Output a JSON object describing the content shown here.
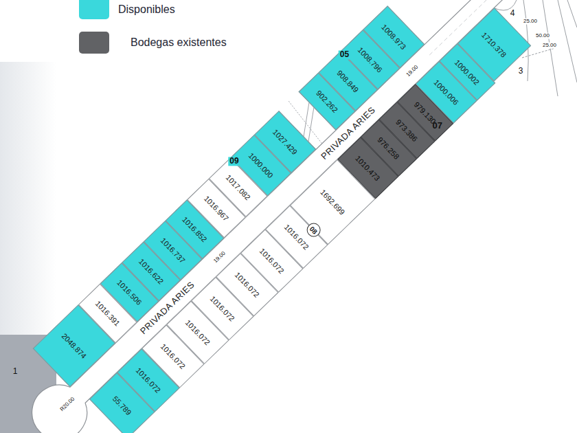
{
  "diagram": {
    "nodes": [
      {
        "text": [
          "1008.973"
        ]
      },
      {
        "text": [
          "1008.796"
        ]
      },
      {
        "text": [
          "908.849"
        ]
      },
      {
        "text": [
          "902.262"
        ]
      },
      {
        "text": [
          "1027.429"
        ]
      },
      {
        "text": [
          "1000.000"
        ]
      },
      {
        "text": [
          "1017.082"
        ]
      },
      {
        "text": [
          "1016.967"
        ]
      },
      {
        "text": [
          "1016.852"
        ]
      },
      {
        "text": [
          "1016.737"
        ]
      },
      {
        "text": [
          "1016.622"
        ]
      },
      {
        "text": [
          "1016.506"
        ]
      },
      {
        "text": [
          "1016.391"
        ]
      },
      {
        "text": [
          "2048.874"
        ]
      },
      {
        "text": [
          "1710.378"
        ]
      },
      {
        "text": [
          "1000.002"
        ]
      },
      {
        "text": [
          "1000.006"
        ]
      },
      {
        "text": [
          "979.130"
        ]
      },
      {
        "text": [
          "973.386"
        ]
      },
      {
        "text": [
          "976.258"
        ]
      },
      {
        "text": [
          "1010.473"
        ]
      },
      {
        "text": [
          "1692.699"
        ]
      },
      {
        "text": [
          "1016.072"
        ]
      },
      {
        "text": [
          "1016.072"
        ]
      },
      {
        "text": [
          "1016.072"
        ]
      },
      {
        "text": [
          "1016.072"
        ]
      },
      {
        "text": [
          "1016.072"
        ]
      },
      {
        "text": [
          "1016.072"
        ]
      },
      {
        "text": [
          "1016.072"
        ]
      },
      {
        "text": [
          "55.789"
        ]
      },
      {
        "text": [
          "08"
        ]
      }
    ],
    "labels": [
      "05",
      "07",
      "09",
      "PRIVADA ARIES",
      "PRIVADA ARIES",
      "19.00",
      "19.00",
      "R20.00",
      "25.00",
      "50.00",
      "25.00",
      "1",
      "3",
      "4"
    ],
    "legend": [
      {
        "text": "Disponibles",
        "color": "#3ad8dc"
      },
      {
        "text": "Bodegas existentes",
        "color": "#616265"
      }
    ]
  }
}
